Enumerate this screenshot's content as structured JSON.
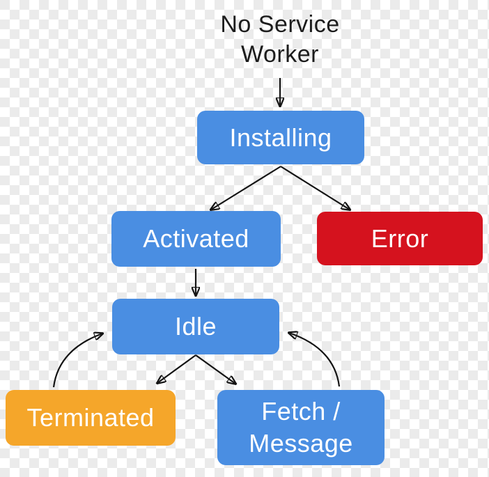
{
  "diagram": {
    "title": {
      "text": "No Service Worker",
      "lines": [
        "No Service",
        "Worker"
      ],
      "color": "#1c1c1c"
    },
    "colors": {
      "state_blue": "#4a8ee2",
      "error_red": "#d5121e",
      "terminated_orange": "#f5a62a",
      "node_text": "#ffffff",
      "arrow": "#141414",
      "checker_light": "#ffffff",
      "checker_dark": "#ebebeb"
    },
    "nodes": [
      {
        "id": "installing",
        "label": "Installing",
        "color": "#4a8ee2"
      },
      {
        "id": "activated",
        "label": "Activated",
        "color": "#4a8ee2"
      },
      {
        "id": "error",
        "label": "Error",
        "color": "#d5121e"
      },
      {
        "id": "idle",
        "label": "Idle",
        "color": "#4a8ee2"
      },
      {
        "id": "terminated",
        "label": "Terminated",
        "color": "#f5a62a"
      },
      {
        "id": "fetch_message",
        "label": "Fetch / Message",
        "lines": [
          "Fetch /",
          "Message"
        ],
        "color": "#4a8ee2"
      }
    ],
    "edges": [
      {
        "from": "no_service_worker",
        "to": "installing"
      },
      {
        "from": "installing",
        "to": "activated"
      },
      {
        "from": "installing",
        "to": "error"
      },
      {
        "from": "activated",
        "to": "idle"
      },
      {
        "from": "idle",
        "to": "terminated"
      },
      {
        "from": "idle",
        "to": "fetch_message"
      },
      {
        "from": "terminated",
        "to": "idle"
      },
      {
        "from": "fetch_message",
        "to": "idle"
      }
    ]
  }
}
